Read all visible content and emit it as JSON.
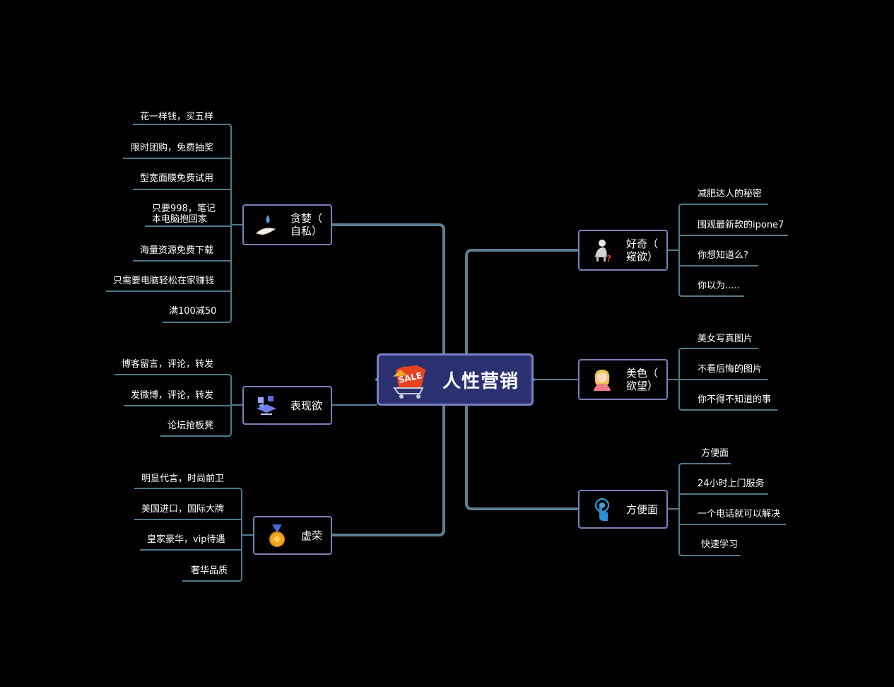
{
  "center": {
    "title": "人性营销",
    "icon": "sale-cart-icon"
  },
  "branches": {
    "greed": {
      "label": "贪婪（\n自私）",
      "icon": "water-drop-hand-icon",
      "items": [
        "花一样钱，买五样",
        "限时团购，免费抽奖",
        "型宽面膜免费试用",
        "只要998，笔记\n本电脑抱回家",
        "海量资源免费下载",
        "只需要电脑轻松在家赚钱",
        "满100减50"
      ]
    },
    "show": {
      "label": "表现欲",
      "icon": "blocks-icon",
      "items": [
        "博客留言，评论，转发",
        "发微博，评论，转发",
        "论坛抢板凳"
      ]
    },
    "vanity": {
      "label": "虚荣",
      "icon": "medal-icon",
      "items": [
        "明显代言，时尚前卫",
        "美国进口，国际大牌",
        "皇家豪华，vip待遇",
        "奢华品质"
      ]
    },
    "curious": {
      "label": "好奇（\n窥欲）",
      "icon": "question-person-icon",
      "items": [
        "减肥达人的秘密",
        "围观最新款的ipone7",
        "你想知道么?",
        "你以为....."
      ]
    },
    "beauty": {
      "label": "美色（\n欲望）",
      "icon": "woman-avatar-icon",
      "items": [
        "美女写真图片",
        "不看后悔的图片",
        "你不得不知道的事"
      ]
    },
    "convenient": {
      "label": "方便面",
      "icon": "touch-hand-icon",
      "items": [
        "方便面",
        "24小时上门服务",
        "一个电话就可以解决",
        "快速学习"
      ]
    }
  },
  "colors": {
    "trunk": "#5d7f95",
    "leafline": "#4f7a8c",
    "border": "#7a80b8",
    "center_bg": "#2b3070"
  }
}
